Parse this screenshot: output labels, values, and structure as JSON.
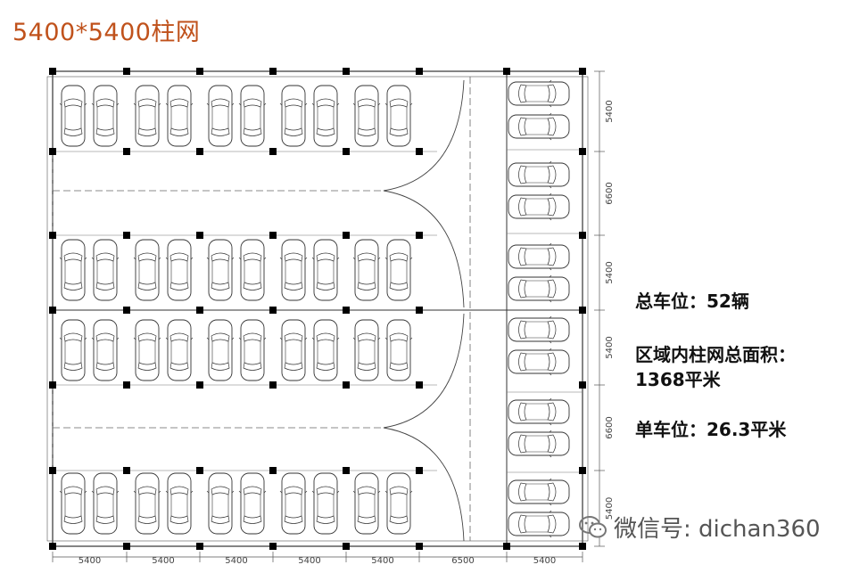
{
  "title": "5400*5400柱网",
  "stats": {
    "total_label": "总车位：52辆",
    "area_label_line1": "区域内柱网总面积：",
    "area_label_line2": "1368平米",
    "unit_label": "单车位：26.3平米"
  },
  "dimensions": {
    "bottom": [
      "5400",
      "5400",
      "5400",
      "5400",
      "5400",
      "6500",
      "5400"
    ],
    "right": [
      "5400",
      "6600",
      "5400",
      "5400",
      "6600",
      "5400"
    ]
  },
  "watermark": "微信号: dichan360",
  "colors": {
    "title": "#c0521c",
    "line": "#333333",
    "column": "#000000"
  }
}
